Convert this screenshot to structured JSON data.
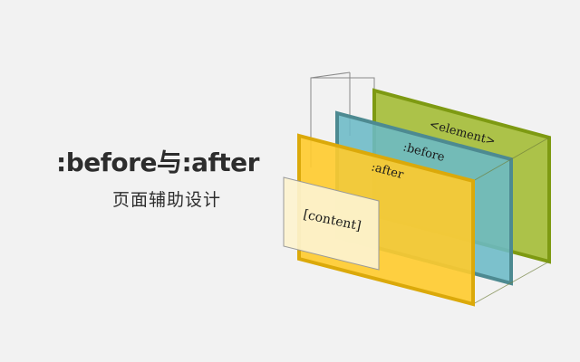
{
  "title": ":before与:after",
  "subtitle": "页面辅助设计",
  "layers": {
    "element": {
      "label": "<element>",
      "fill": "#a8bf3f",
      "stroke": "#7e9a12"
    },
    "before": {
      "label": ":before",
      "fill": "#6bbac6",
      "stroke": "#4d8a91"
    },
    "after": {
      "label": ":after",
      "fill": "#ffcb2c",
      "stroke": "#dba90a"
    },
    "content": {
      "label": "[content]",
      "fill": "#fdf3cf",
      "stroke": "#9a9a9a"
    }
  }
}
